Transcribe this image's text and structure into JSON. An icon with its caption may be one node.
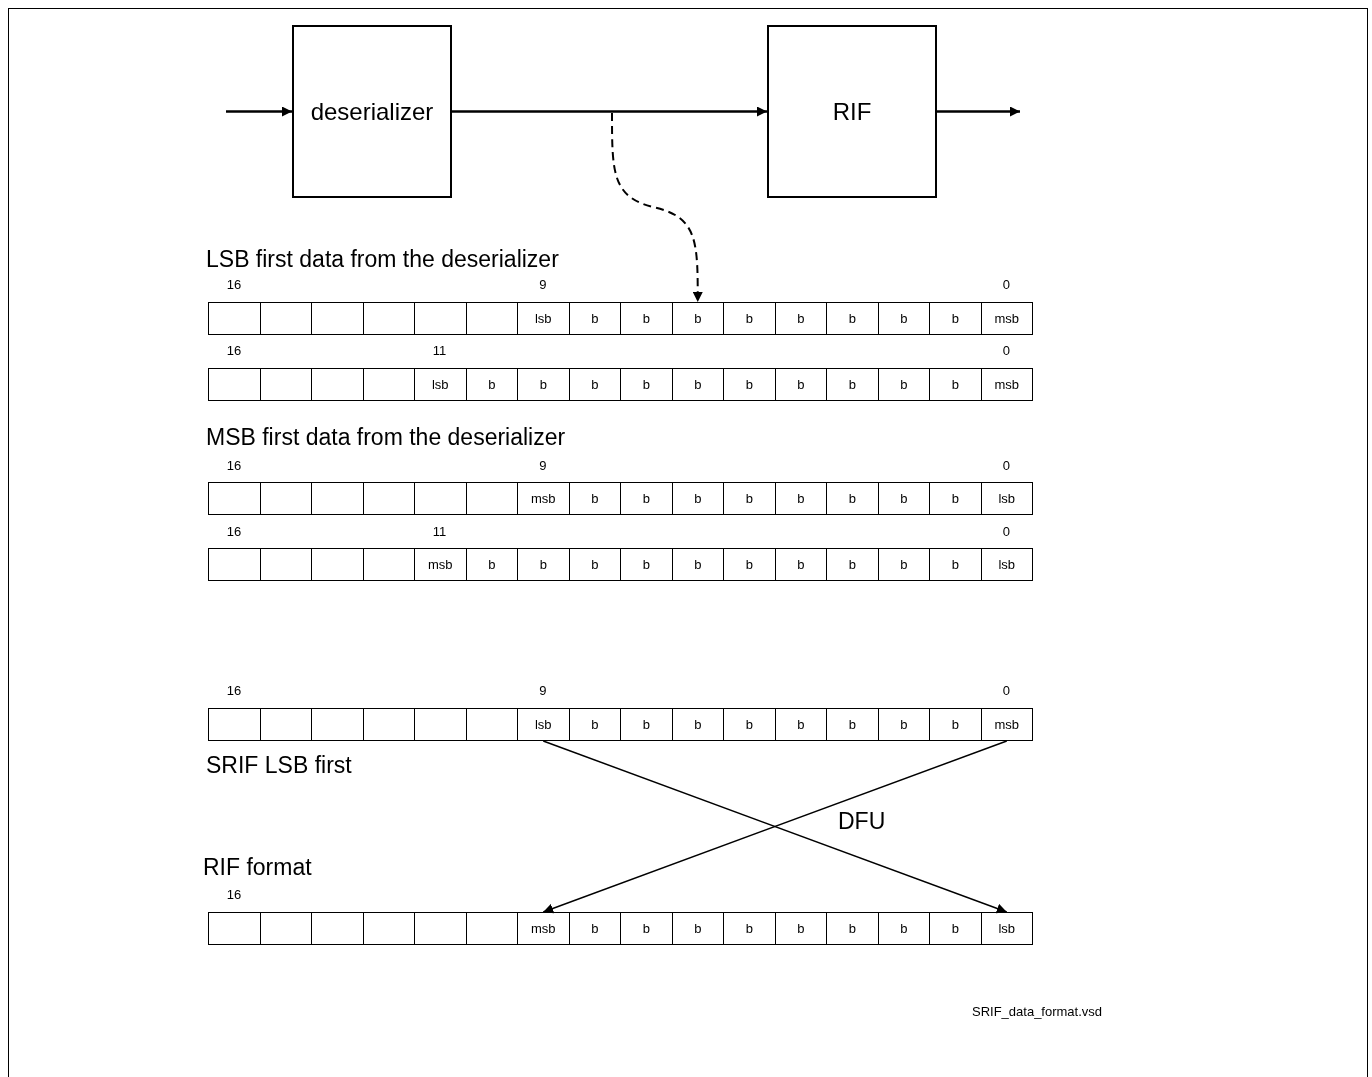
{
  "diagram": {
    "nodes": [
      {
        "text": [
          "deserializer"
        ]
      },
      {
        "text": [
          "RIF"
        ]
      },
      {
        "text": [],
        "shape": "box"
      },
      {
        "text": [],
        "shape": "box"
      },
      {
        "text": [],
        "shape": "box"
      },
      {
        "text": [],
        "shape": "box"
      },
      {
        "text": [],
        "shape": "box"
      },
      {
        "text": [],
        "shape": "box"
      },
      {
        "text": [
          "lsb"
        ]
      },
      {
        "text": [
          "b"
        ]
      },
      {
        "text": [
          "b"
        ]
      },
      {
        "text": [
          "b"
        ]
      },
      {
        "text": [
          "b"
        ]
      },
      {
        "text": [
          "b"
        ]
      },
      {
        "text": [
          "b"
        ]
      },
      {
        "text": [
          "b"
        ]
      },
      {
        "text": [
          "b"
        ]
      },
      {
        "text": [
          "msb"
        ]
      },
      {
        "text": [],
        "shape": "box"
      },
      {
        "text": [],
        "shape": "box"
      },
      {
        "text": [],
        "shape": "box"
      },
      {
        "text": [],
        "shape": "box"
      },
      {
        "text": [
          "lsb"
        ]
      },
      {
        "text": [
          "b"
        ]
      },
      {
        "text": [
          "b"
        ]
      },
      {
        "text": [
          "b"
        ]
      },
      {
        "text": [
          "b"
        ]
      },
      {
        "text": [
          "b"
        ]
      },
      {
        "text": [
          "b"
        ]
      },
      {
        "text": [
          "b"
        ]
      },
      {
        "text": [
          "b"
        ]
      },
      {
        "text": [
          "b"
        ]
      },
      {
        "text": [
          "b"
        ]
      },
      {
        "text": [
          "msb"
        ]
      },
      {
        "text": [],
        "shape": "box"
      },
      {
        "text": [],
        "shape": "box"
      },
      {
        "text": [],
        "shape": "box"
      },
      {
        "text": [],
        "shape": "box"
      },
      {
        "text": [],
        "shape": "box"
      },
      {
        "text": [],
        "shape": "box"
      },
      {
        "text": [
          "msb"
        ]
      },
      {
        "text": [
          "b"
        ]
      },
      {
        "text": [
          "b"
        ]
      },
      {
        "text": [
          "b"
        ]
      },
      {
        "text": [
          "b"
        ]
      },
      {
        "text": [
          "b"
        ]
      },
      {
        "text": [
          "b"
        ]
      },
      {
        "text": [
          "b"
        ]
      },
      {
        "text": [
          "b"
        ]
      },
      {
        "text": [
          "lsb"
        ]
      },
      {
        "text": [],
        "shape": "box"
      },
      {
        "text": [],
        "shape": "box"
      },
      {
        "text": [],
        "shape": "box"
      },
      {
        "text": [],
        "shape": "box"
      },
      {
        "text": [
          "msb"
        ]
      },
      {
        "text": [
          "b"
        ]
      },
      {
        "text": [
          "b"
        ]
      },
      {
        "text": [
          "b"
        ]
      },
      {
        "text": [
          "b"
        ]
      },
      {
        "text": [
          "b"
        ]
      },
      {
        "text": [
          "b"
        ]
      },
      {
        "text": [
          "b"
        ]
      },
      {
        "text": [
          "b"
        ]
      },
      {
        "text": [
          "b"
        ]
      },
      {
        "text": [
          "b"
        ]
      },
      {
        "text": [
          "lsb"
        ]
      },
      {
        "text": [],
        "shape": "box"
      },
      {
        "text": [],
        "shape": "box"
      },
      {
        "text": [],
        "shape": "box"
      },
      {
        "text": [],
        "shape": "box"
      },
      {
        "text": [],
        "shape": "box"
      },
      {
        "text": [],
        "shape": "box"
      },
      {
        "text": [
          "lsb"
        ]
      },
      {
        "text": [
          "b"
        ]
      },
      {
        "text": [
          "b"
        ]
      },
      {
        "text": [
          "b"
        ]
      },
      {
        "text": [
          "b"
        ]
      },
      {
        "text": [
          "b"
        ]
      },
      {
        "text": [
          "b"
        ]
      },
      {
        "text": [
          "b"
        ]
      },
      {
        "text": [
          "b"
        ]
      },
      {
        "text": [
          "msb"
        ]
      },
      {
        "text": [],
        "shape": "box"
      },
      {
        "text": [],
        "shape": "box"
      },
      {
        "text": [],
        "shape": "box"
      },
      {
        "text": [],
        "shape": "box"
      },
      {
        "text": [],
        "shape": "box"
      },
      {
        "text": [],
        "shape": "box"
      },
      {
        "text": [
          "msb"
        ]
      },
      {
        "text": [
          "b"
        ]
      },
      {
        "text": [
          "b"
        ]
      },
      {
        "text": [
          "b"
        ]
      },
      {
        "text": [
          "b"
        ]
      },
      {
        "text": [
          "b"
        ]
      },
      {
        "text": [
          "b"
        ]
      },
      {
        "text": [
          "b"
        ]
      },
      {
        "text": [
          "b"
        ]
      },
      {
        "text": [
          "lsb"
        ]
      }
    ],
    "edges": [
      {
        "from": null,
        "to": 0,
        "arrow": "to"
      },
      {
        "from": 0,
        "to": 1,
        "arrow": "to"
      },
      {
        "from": 1,
        "to": null,
        "arrow": "to"
      },
      {
        "from": null,
        "to": 11,
        "arrow": "to",
        "style": "dashed"
      },
      {
        "from": 72,
        "to": 97,
        "arrow": "to"
      },
      {
        "from": 81,
        "to": 88,
        "arrow": "to"
      }
    ],
    "labels": [
      "LSB first data from the deserializer",
      "16",
      "9",
      "0",
      "16",
      "11",
      "0",
      "MSB first data from the deserializer",
      "16",
      "9",
      "0",
      "16",
      "11",
      "0",
      "16",
      "9",
      "0",
      "SRIF LSB first",
      "DFU",
      "RIF format",
      "16",
      "SRIF_data_format.vsd"
    ]
  }
}
